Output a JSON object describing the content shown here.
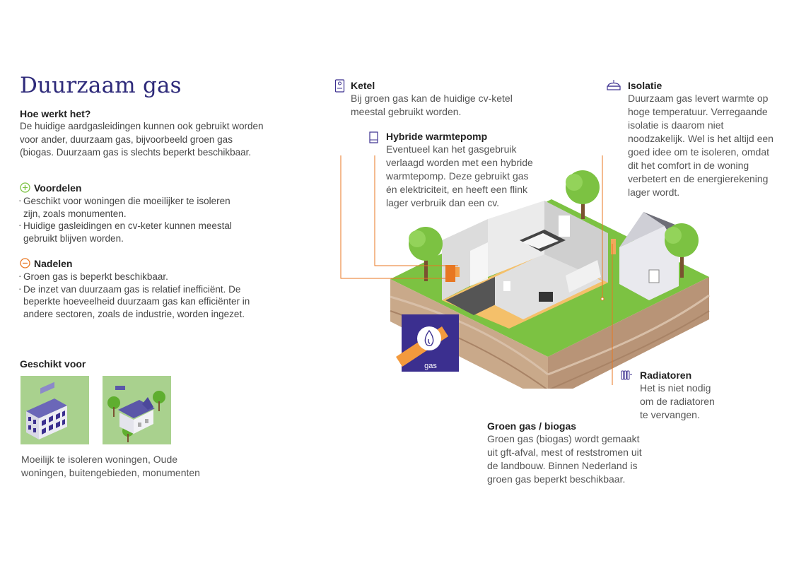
{
  "title": "Duurzaam gas",
  "how": {
    "heading": "Hoe werkt het?",
    "lines": [
      "De huidige aardgasleidingen kunnen ook gebruikt worden",
      "voor ander, duurzaam gas, bijvoorbeeld groen gas",
      "(biogas. Duurzaam gas is slechts beperkt beschikbaar."
    ]
  },
  "voordelen": {
    "heading": "Voordelen",
    "items": [
      [
        "Geschikt voor woningen die moeilijker te isoleren",
        "zijn,  zoals monumenten."
      ],
      [
        "Huidige gasleidingen en cv-keter kunnen meestal",
        "gebruikt blijven worden."
      ]
    ]
  },
  "nadelen": {
    "heading": "Nadelen",
    "items": [
      [
        "Groen gas is beperkt beschikbaar."
      ],
      [
        "De inzet van duurzaam gas is relatief inefficiënt. De",
        "beperkte  hoeveelheid duurzaam gas kan efficiënter in",
        "andere  sectoren, zoals de industrie, worden ingezet."
      ]
    ]
  },
  "geschikt": {
    "heading": "Geschikt voor",
    "caption": [
      "Moeilijk te isoleren woningen,  Oude",
      "woningen, buitengebieden,  monumenten"
    ]
  },
  "ketel": {
    "heading": "Ketel",
    "lines": [
      "Bij groen gas kan de huidige cv-ketel",
      "meestal gebruikt  worden."
    ]
  },
  "hybride": {
    "heading": "Hybride warmtepomp",
    "lines": [
      "Eventueel  kan  het  gasgebruik",
      "verlaagd worden met een  hybride",
      "warmtepomp.  Deze  gebruikt  gas",
      "én elektriciteit,   en heeft een flink",
      "lager verbruik dan een cv."
    ]
  },
  "isolatie": {
    "heading": "Isolatie",
    "lines": [
      "Duurzaam gas levert warmte op",
      "hoge  temperatuur. Verregaande",
      "isolatie is  daarom niet",
      "noodzakelijk. Wel is het  altijd een",
      "goed idee om te isoleren,  omdat",
      "dit het comfort in de woning",
      "verbetert en de energierekening",
      "lager wordt."
    ]
  },
  "radiatoren": {
    "heading": "Radiatoren",
    "lines": [
      "Het is niet nodig",
      "om de  radiatoren",
      "te vervangen."
    ]
  },
  "groengas": {
    "heading": "Groen gas / biogas",
    "lines": [
      "Groen gas (biogas) wordt gemaakt",
      "uit gft-afval,  mest of reststromen uit",
      "de landbouw. Binnen  Nederland is",
      "groen gas beperkt beschikbaar."
    ]
  },
  "gas_label": "gas",
  "colors": {
    "title": "#2e2a7a",
    "accent_orange": "#e87722",
    "green": "#7cc242",
    "thumb_bg": "#a9d18e",
    "gas_box": "#3b2f8f"
  },
  "icons": [
    "plus-circle-icon",
    "minus-circle-icon",
    "boiler-icon",
    "heat-pump-icon",
    "insulation-icon",
    "radiator-icon",
    "flame-icon"
  ]
}
